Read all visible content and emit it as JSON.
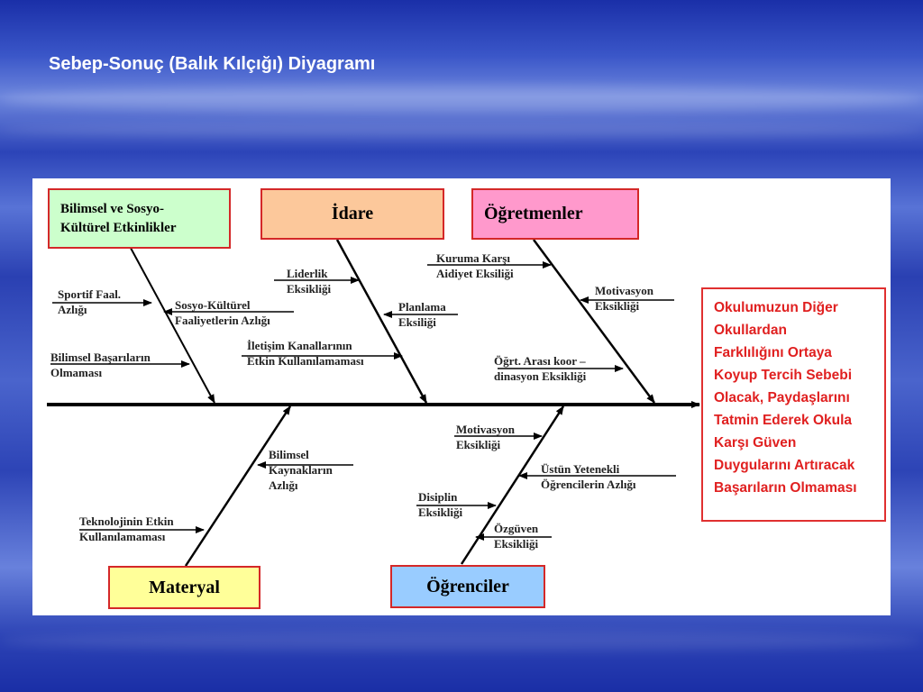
{
  "slide": {
    "title": "Sebep-Sonuç (Balık Kılçığı) Diyagramı"
  },
  "categories": {
    "bilimsel": {
      "line1": "Bilimsel ve Sosyo-",
      "line2": "Kültürel Etkinlikler",
      "fill": "#ccffcc"
    },
    "idare": {
      "label": "İdare",
      "fill": "#fcc89b"
    },
    "ogretmenler": {
      "label": "Öğretmenler",
      "fill": "#ff99cc"
    },
    "materyal": {
      "label": "Materyal",
      "fill": "#ffff99"
    },
    "ogrenciler": {
      "label": "Öğrenciler",
      "fill": "#99ccff"
    }
  },
  "causes": {
    "sportif": [
      "Sportif  Faal.",
      "Azlığı"
    ],
    "sosyo_kulturel": [
      "Sosyo-Kültürel",
      "Faaliyetlerin Azlığı"
    ],
    "bilimsel_basari": [
      "Bilimsel Başarıların",
      "Olmaması"
    ],
    "liderlik": [
      "Liderlik",
      "Eksikliği"
    ],
    "planlama": [
      "Planlama",
      "Eksiliği"
    ],
    "iletisim": [
      "İletişim Kanallarının",
      "Etkin Kullanılamaması"
    ],
    "kuruma": [
      "Kuruma Karşı",
      "Aidiyet Eksiliği"
    ],
    "motivasyon_ogretmen": [
      "Motivasyon",
      "Eksikliği"
    ],
    "koordinasyon": [
      "Öğrt. Arası koor –",
      "dinasyon  Eksikliği"
    ],
    "bilimsel_kaynak": [
      "Bilimsel",
      "Kaynakların",
      "Azlığı"
    ],
    "teknoloji": [
      "Teknolojinin Etkin",
      "Kullanılamaması"
    ],
    "motivasyon_ogrenci": [
      "Motivasyon",
      "Eksikliği"
    ],
    "ustun": [
      "Üstün Yetenekli",
      "Öğrencilerin  Azlığı"
    ],
    "disiplin": [
      "Disiplin",
      "Eksikliği"
    ],
    "ozguven": [
      "Özgüven",
      "Eksikliği"
    ]
  },
  "effect": {
    "lines": [
      "Okulumuzun  Diğer",
      "Okullardan",
      "Farklılığını Ortaya",
      "Koyup Tercih Sebebi",
      "Olacak, Paydaşlarını",
      "Tatmin Ederek Okula",
      "Karşı Güven",
      "Duygularını Artıracak",
      "Başarıların Olmaması"
    ],
    "color": "#e02020"
  }
}
